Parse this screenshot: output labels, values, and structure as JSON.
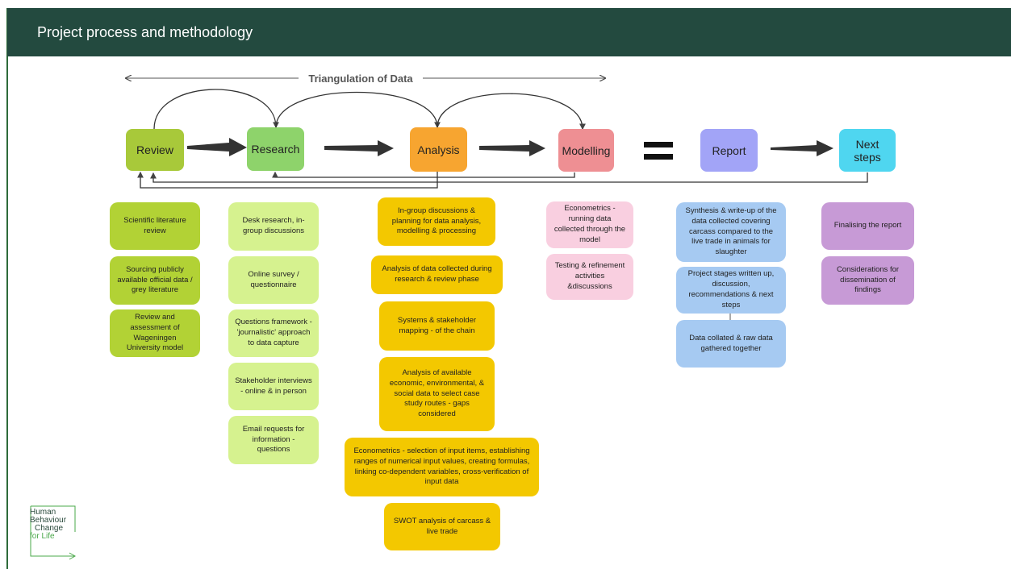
{
  "header": {
    "title": "Project process and methodology"
  },
  "triangulation": {
    "label": "Triangulation of Data"
  },
  "stages": {
    "review": {
      "label": "Review",
      "color": "#a8c93a"
    },
    "research": {
      "label": "Research",
      "color": "#8ed36b"
    },
    "analysis": {
      "label": "Analysis",
      "color": "#f7a530"
    },
    "modelling": {
      "label": "Modelling",
      "color": "#ee8f93"
    },
    "report": {
      "label": "Report",
      "color": "#a2a4f7"
    },
    "next": {
      "label": "Next steps",
      "color": "#4fd6f0"
    }
  },
  "review_cards": [
    "Scientific literature review",
    "Sourcing publicly available official data / grey literature",
    "Review and assessment of Wageningen University model"
  ],
  "research_cards": [
    "Desk research, in-group discussions",
    "Online survey / questionnaire",
    "Questions framework - 'journalistic' approach to data capture",
    "Stakeholder interviews  - online & in person",
    "Email requests for information - questions"
  ],
  "analysis_cards": [
    "In-group discussions & planning for data analysis, modelling & processing",
    "Analysis of data collected during research & review phase",
    "Systems & stakeholder mapping - of the chain",
    "Analysis of available economic, environmental, & social data to select case study routes - gaps considered",
    "Econometrics - selection of input items, establishing ranges of numerical input values, creating formulas, linking co-dependent variables, cross-verification of input data",
    "SWOT analysis of carcass & live trade"
  ],
  "modelling_cards": [
    "Econometrics - running data collected through the model",
    "Testing & refinement activities &discussions"
  ],
  "report_cards": [
    "Synthesis & write-up of the data collected covering carcass compared to the live trade in animals for slaughter",
    "Project stages written up, discussion, recommendations & next steps",
    "Data collated & raw data gathered together"
  ],
  "next_cards": [
    "Finalising the report",
    "Considerations for dissemination of findings"
  ],
  "logo": {
    "line1": "Human",
    "line2": "Behaviour",
    "line3": "Change",
    "line4": "for Life"
  }
}
